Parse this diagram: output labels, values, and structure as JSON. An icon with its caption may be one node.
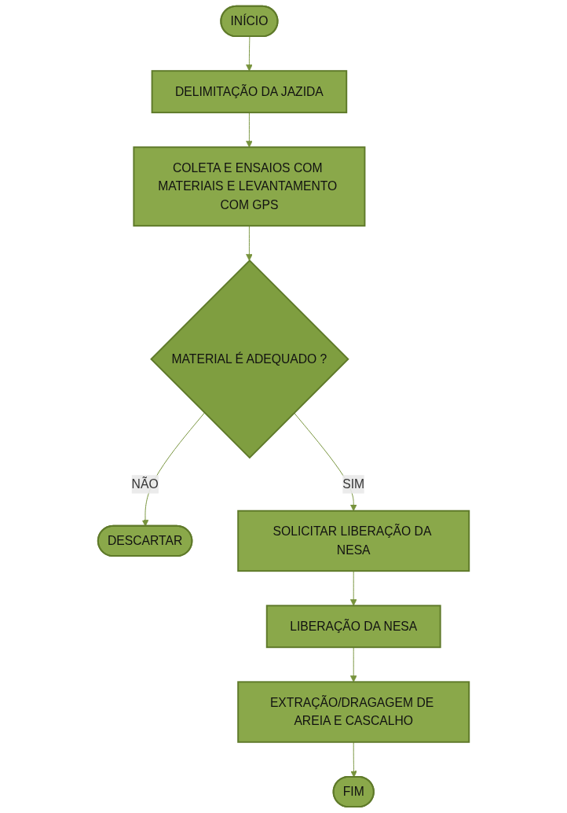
{
  "diagram": {
    "nodes": [
      {
        "text": [
          "INÍCIO"
        ]
      },
      {
        "text": [
          "DELIMITAÇÃO DA JAZIDA"
        ]
      },
      {
        "text": [
          "COLETA E ENSAIOS COM MATERIAIS E LEVANTAMENTO COM GPS"
        ]
      },
      {
        "text": [
          "MATERIAL É ADEQUADO ?"
        ]
      },
      {
        "text": [
          "DESCARTAR"
        ]
      },
      {
        "text": [
          "SOLICITAR LIBERAÇÃO DA NESA"
        ]
      },
      {
        "text": [
          "LIBERAÇÃO DA NESA"
        ]
      },
      {
        "text": [
          "EXTRAÇÃO/DRAGAGEM DE AREIA E CASCALHO"
        ]
      },
      {
        "text": [
          "FIM"
        ]
      }
    ],
    "edges": [
      {
        "from": 0,
        "to": 1,
        "arrow": "to"
      },
      {
        "from": 1,
        "to": 2,
        "arrow": "to"
      },
      {
        "from": 2,
        "to": 3,
        "arrow": "to"
      },
      {
        "from": 3,
        "to": 4,
        "arrow": "to",
        "label": "NÃO"
      },
      {
        "from": 3,
        "to": 5,
        "arrow": "to",
        "label": "SIM"
      },
      {
        "from": 5,
        "to": 6,
        "arrow": "to"
      },
      {
        "from": 6,
        "to": 7,
        "arrow": "to"
      },
      {
        "from": 7,
        "to": 8,
        "arrow": "to"
      }
    ]
  }
}
